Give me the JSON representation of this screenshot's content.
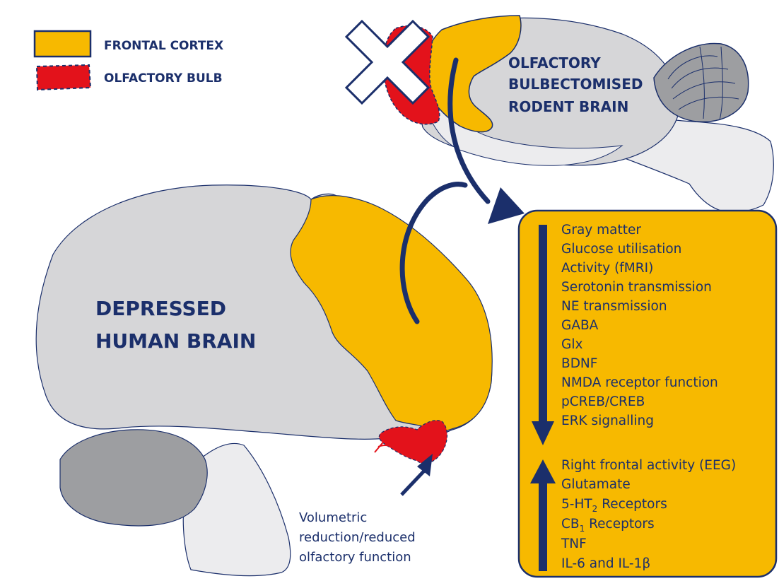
{
  "legend": {
    "frontal_cortex": "FRONTAL CORTEX",
    "olfactory_bulb": "OLFACTORY BULB"
  },
  "rodent": {
    "line1": "OLFACTORY",
    "line2": "BULBECTOMISED",
    "line3": "RODENT BRAIN"
  },
  "human": {
    "line1": "DEPRESSED",
    "line2": "HUMAN BRAIN"
  },
  "decreased": [
    "Gray matter",
    "Glucose utilisation",
    "Activity (fMRI)",
    "Serotonin transmission",
    "NE transmission",
    "GABA",
    "Glx",
    "BDNF",
    "NMDA receptor function",
    "pCREB/CREB",
    "ERK signalling"
  ],
  "increased": {
    "right_frontal": "Right frontal activity (EEG)",
    "glutamate": "Glutamate",
    "ht_prefix": "5-HT",
    "ht_sub": "2",
    "ht_suffix": " Receptors",
    "cb_prefix": "CB",
    "cb_sub": "1",
    "cb_suffix": " Receptors",
    "tnf": "TNF",
    "il": "IL-6 and IL-1β"
  },
  "caption": {
    "line1": "Volumetric",
    "line2": "reduction/reduced",
    "line3": "olfactory function"
  },
  "colors": {
    "frontal": "#f7b900",
    "bulb": "#e3121b",
    "brain_gray": "#d6d6d8",
    "dark_gray": "#9d9ea1",
    "light_gray": "#ececee",
    "navy": "#1b2f6b"
  }
}
